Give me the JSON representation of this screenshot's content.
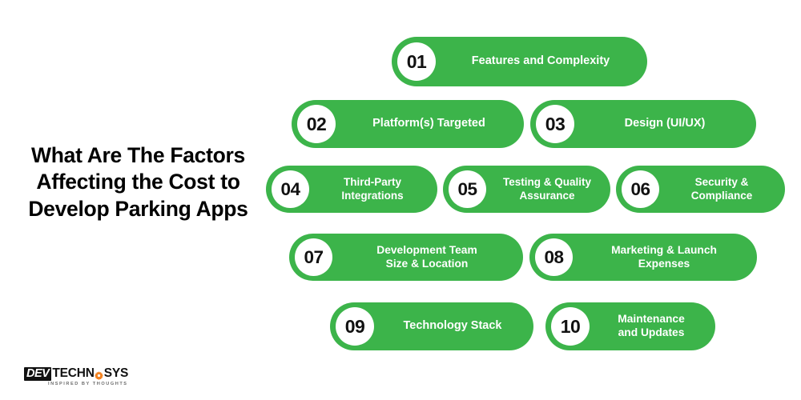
{
  "title": "What Are The Factors Affecting the Cost to Develop Parking Apps",
  "theme": {
    "pill_green": "#3cb44a",
    "number_text": "#111111",
    "label_text": "#ffffff",
    "background": "#ffffff",
    "logo_orange": "#f4821f"
  },
  "items": [
    {
      "number": "01",
      "label": "Features and Complexity"
    },
    {
      "number": "02",
      "label": "Platform(s) Targeted"
    },
    {
      "number": "03",
      "label": "Design (UI/UX)"
    },
    {
      "number": "04",
      "label": "Third-Party\nIntegrations"
    },
    {
      "number": "05",
      "label": "Testing & Quality\nAssurance"
    },
    {
      "number": "06",
      "label": "Security &\nCompliance"
    },
    {
      "number": "07",
      "label": "Development Team\nSize & Location"
    },
    {
      "number": "08",
      "label": "Marketing & Launch\nExpenses"
    },
    {
      "number": "09",
      "label": "Technology Stack"
    },
    {
      "number": "10",
      "label": "Maintenance\nand Updates"
    }
  ],
  "logo": {
    "dev": "DEV",
    "techn": "TECHN",
    "sys": "SYS",
    "tagline": "INSPIRED BY THOUGHTS",
    "gear_icon": "gear-icon"
  }
}
